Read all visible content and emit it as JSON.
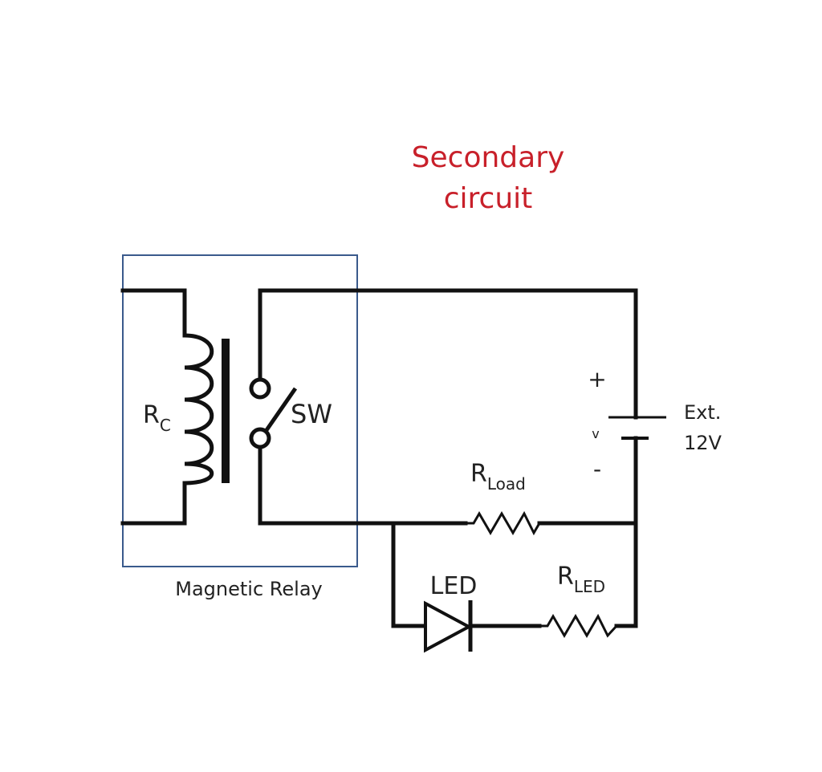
{
  "title": {
    "line1": "Secondary",
    "line2": "circuit",
    "color": "#c8202a"
  },
  "relay": {
    "label": "Magnetic Relay",
    "box_color": "#3a5a8c",
    "coil_label_main": "R",
    "coil_label_sub": "C",
    "switch_label": "SW"
  },
  "battery": {
    "plus": "+",
    "minus": "-",
    "v": "v",
    "ext_label_line1": "Ext.",
    "ext_label_line2": "12V"
  },
  "load_resistor": {
    "label_main": "R",
    "label_sub": "Load"
  },
  "led": {
    "label": "LED"
  },
  "led_resistor": {
    "label_main": "R",
    "label_sub": "LED"
  }
}
